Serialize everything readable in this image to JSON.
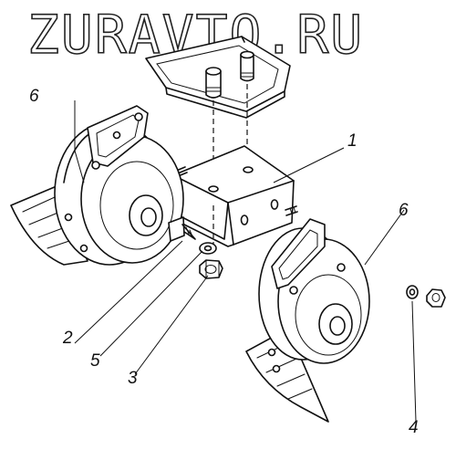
{
  "watermark": "ZURAVTO.RU",
  "callouts": {
    "bracket": "1",
    "bolt": "2",
    "nut": "3",
    "washer_nut_set": "4",
    "washer": "5",
    "horn_left": "6",
    "horn_right": "6"
  }
}
